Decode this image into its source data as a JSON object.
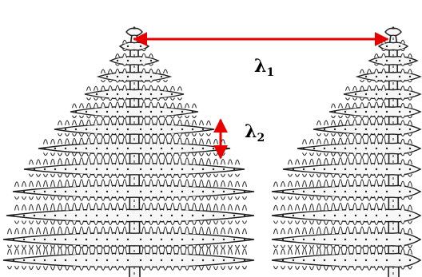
{
  "figure": {
    "background": "#ffffff",
    "ink_color": "#222222",
    "arrow_color": "#e60000",
    "primary_spacing": {
      "symbol": "λ",
      "subscript": "1"
    },
    "secondary_spacing": {
      "symbol": "λ",
      "subscript": "2"
    },
    "dendrites": [
      {
        "name": "left-dendrite"
      },
      {
        "name": "right-dendrite"
      }
    ]
  }
}
